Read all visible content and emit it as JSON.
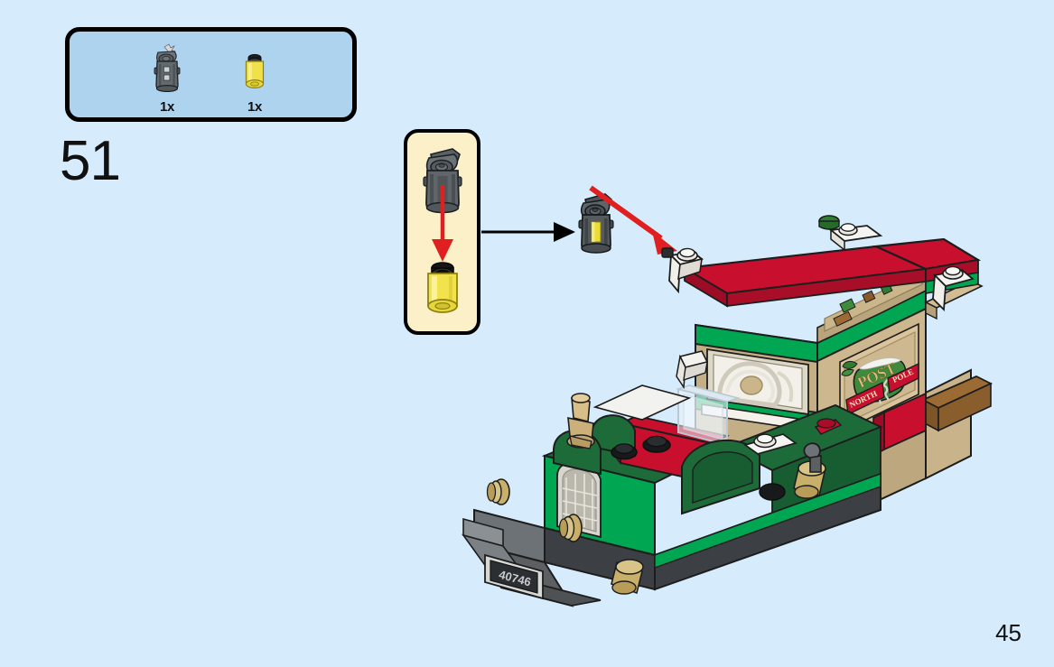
{
  "page": {
    "number": "45",
    "background_color": "#d6ecfd"
  },
  "step": {
    "number": "51"
  },
  "parts_box": {
    "background_color": "#aed3ef",
    "border_color": "#000000",
    "parts": [
      {
        "name": "lantern-housing",
        "description": "dark bluish gray lantern / lamp housing with bar handle",
        "color": "#5a5f63",
        "quantity": "1x"
      },
      {
        "name": "round-brick-1x1",
        "description": "transparent yellow round brick 1x1",
        "color": "#f2e03c",
        "quantity": "1x"
      }
    ]
  },
  "callout": {
    "background_color": "#fcf0c8",
    "border_color": "#000000",
    "arrow_color": "#e02020",
    "top_part": "lantern-housing",
    "bottom_part": "round-brick-1x1"
  },
  "connector_arrow": {
    "name": "black-assembly-arrow",
    "color": "#000000",
    "direction": "right"
  },
  "assembled": {
    "name": "assembled-lantern",
    "housing_color": "#4f5458",
    "insert_color": "#eadc34"
  },
  "placement_arrow": {
    "name": "red-placement-arrow",
    "color": "#e02020",
    "direction": "down-right"
  },
  "model": {
    "name": "north-pole-post-office-train",
    "train_number_plate": "40746",
    "sign": {
      "main_text": "POST",
      "left_banner": "NORTH",
      "right_banner": "POLE",
      "emblem": "post-horn"
    },
    "colors": {
      "roof_red": "#c8102e",
      "wall_tan": "#cbb58a",
      "trim_green": "#00a651",
      "dark_green": "#1e6b3a",
      "chassis_gray": "#5c6063",
      "dark_gray": "#3c4044",
      "gold": "#c8b06a",
      "white": "#f4f4f2",
      "sign_green": "#3f8a3c",
      "brown": "#8a5a2b"
    }
  }
}
